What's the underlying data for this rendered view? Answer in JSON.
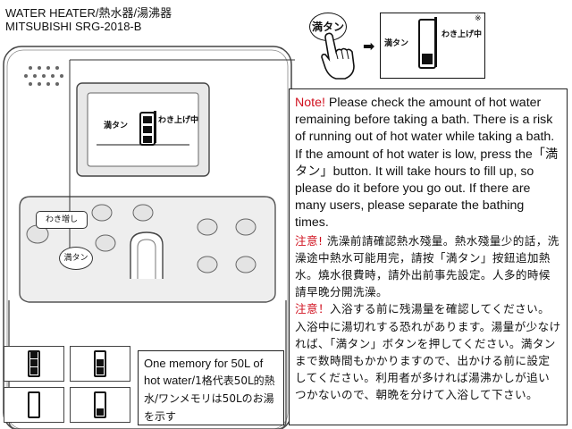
{
  "header": {
    "line1": "WATER HEATER/熱水器/湯沸器",
    "line2": "MITSUBISHI SRG-2018-B"
  },
  "panel": {
    "fill_label": "満タン",
    "heating_label": "わき上げ中",
    "reheat_label": "わき増し",
    "fill_button_label": "満タン"
  },
  "callout": {
    "button_label": "満タン",
    "fill_label": "満タン",
    "heating_label": "わき上げ中",
    "asterisk": "※"
  },
  "note": {
    "en_prefix": "Note!",
    "en_body": " Please check the amount of hot water remaining before taking a bath. There is a risk of running out of hot water while taking a bath. If the amount of hot water is low, press the「満タン」button. It will take hours to fill up, so please do it before you go out. If there are many users, please separate the bathing times.",
    "zh_prefix": "注意!",
    "zh_body": " 洗澡前請確認熱水殘量。熱水殘量少的話，洗澡途中熱水可能用完，請按「満タン」按鈕追加熱水。燒水很費時，請外出前事先設定。人多的時候請早晚分開洗澡。",
    "ja_prefix": "注意！",
    "ja_body": "入浴する前に残湯量を確認してください。入浴中に湯切れする恐れがあります。湯量が少なければ、「満タン」ボタンを押してください。満タンまで数時間もかかりますので、出かける前に設定してください。利用者が多ければ湯沸かしが追いつかないので、朝晩を分けて入浴して下さい。"
  },
  "memory": {
    "text_en": "One memory for 50L of hot water/",
    "text_zh": "1格代表50L的熱水/",
    "text_ja": "ワンメモリは50Lのお湯を示す",
    "examples": [
      {
        "level": 3,
        "of": 3
      },
      {
        "level": 2,
        "of": 3
      },
      {
        "level": 0,
        "of": 3
      },
      {
        "level": 1,
        "of": 3
      }
    ]
  },
  "colors": {
    "accent_red": "#d0101e",
    "line": "#222222"
  }
}
